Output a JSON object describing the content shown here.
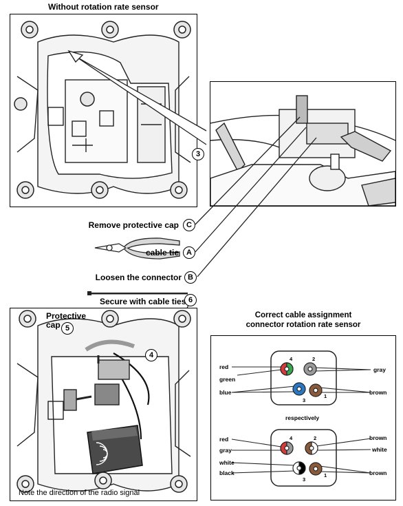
{
  "titles": {
    "top_panel": "Without rotation rate sensor",
    "assignment_line1": "Correct cable assignment",
    "assignment_line2": "connector rotation rate sensor"
  },
  "callouts": {
    "c": {
      "text": "Remove protective cap",
      "letter": "C"
    },
    "a": {
      "text": "cable tie",
      "letter": "A"
    },
    "b": {
      "text": "Loosen the connector",
      "letter": "B"
    },
    "six": {
      "text": "Secure with cable ties",
      "num": "6"
    },
    "three": {
      "num": "3"
    },
    "four": {
      "num": "4"
    },
    "five": {
      "text_line1": "Protective",
      "text_line2": "cap",
      "num": "5"
    }
  },
  "bottom_note": "Note the direction of the radio signal",
  "connector_top": {
    "labels": [
      "red",
      "green",
      "blue",
      "gray",
      "brown"
    ],
    "pins": [
      "4",
      "2",
      "3",
      "1"
    ]
  },
  "respectively": "respectively",
  "connector_bottom": {
    "labels": [
      "red",
      "gray",
      "white",
      "black",
      "brown",
      "white",
      "brown"
    ],
    "pins": [
      "4",
      "2",
      "3",
      "1"
    ]
  },
  "colors": {
    "red": "#d63b3b",
    "green": "#3aa651",
    "blue": "#2a78c2",
    "gray": "#9a9a9a",
    "brown": "#8a5a3a",
    "white": "#ffffff",
    "black": "#000000"
  }
}
